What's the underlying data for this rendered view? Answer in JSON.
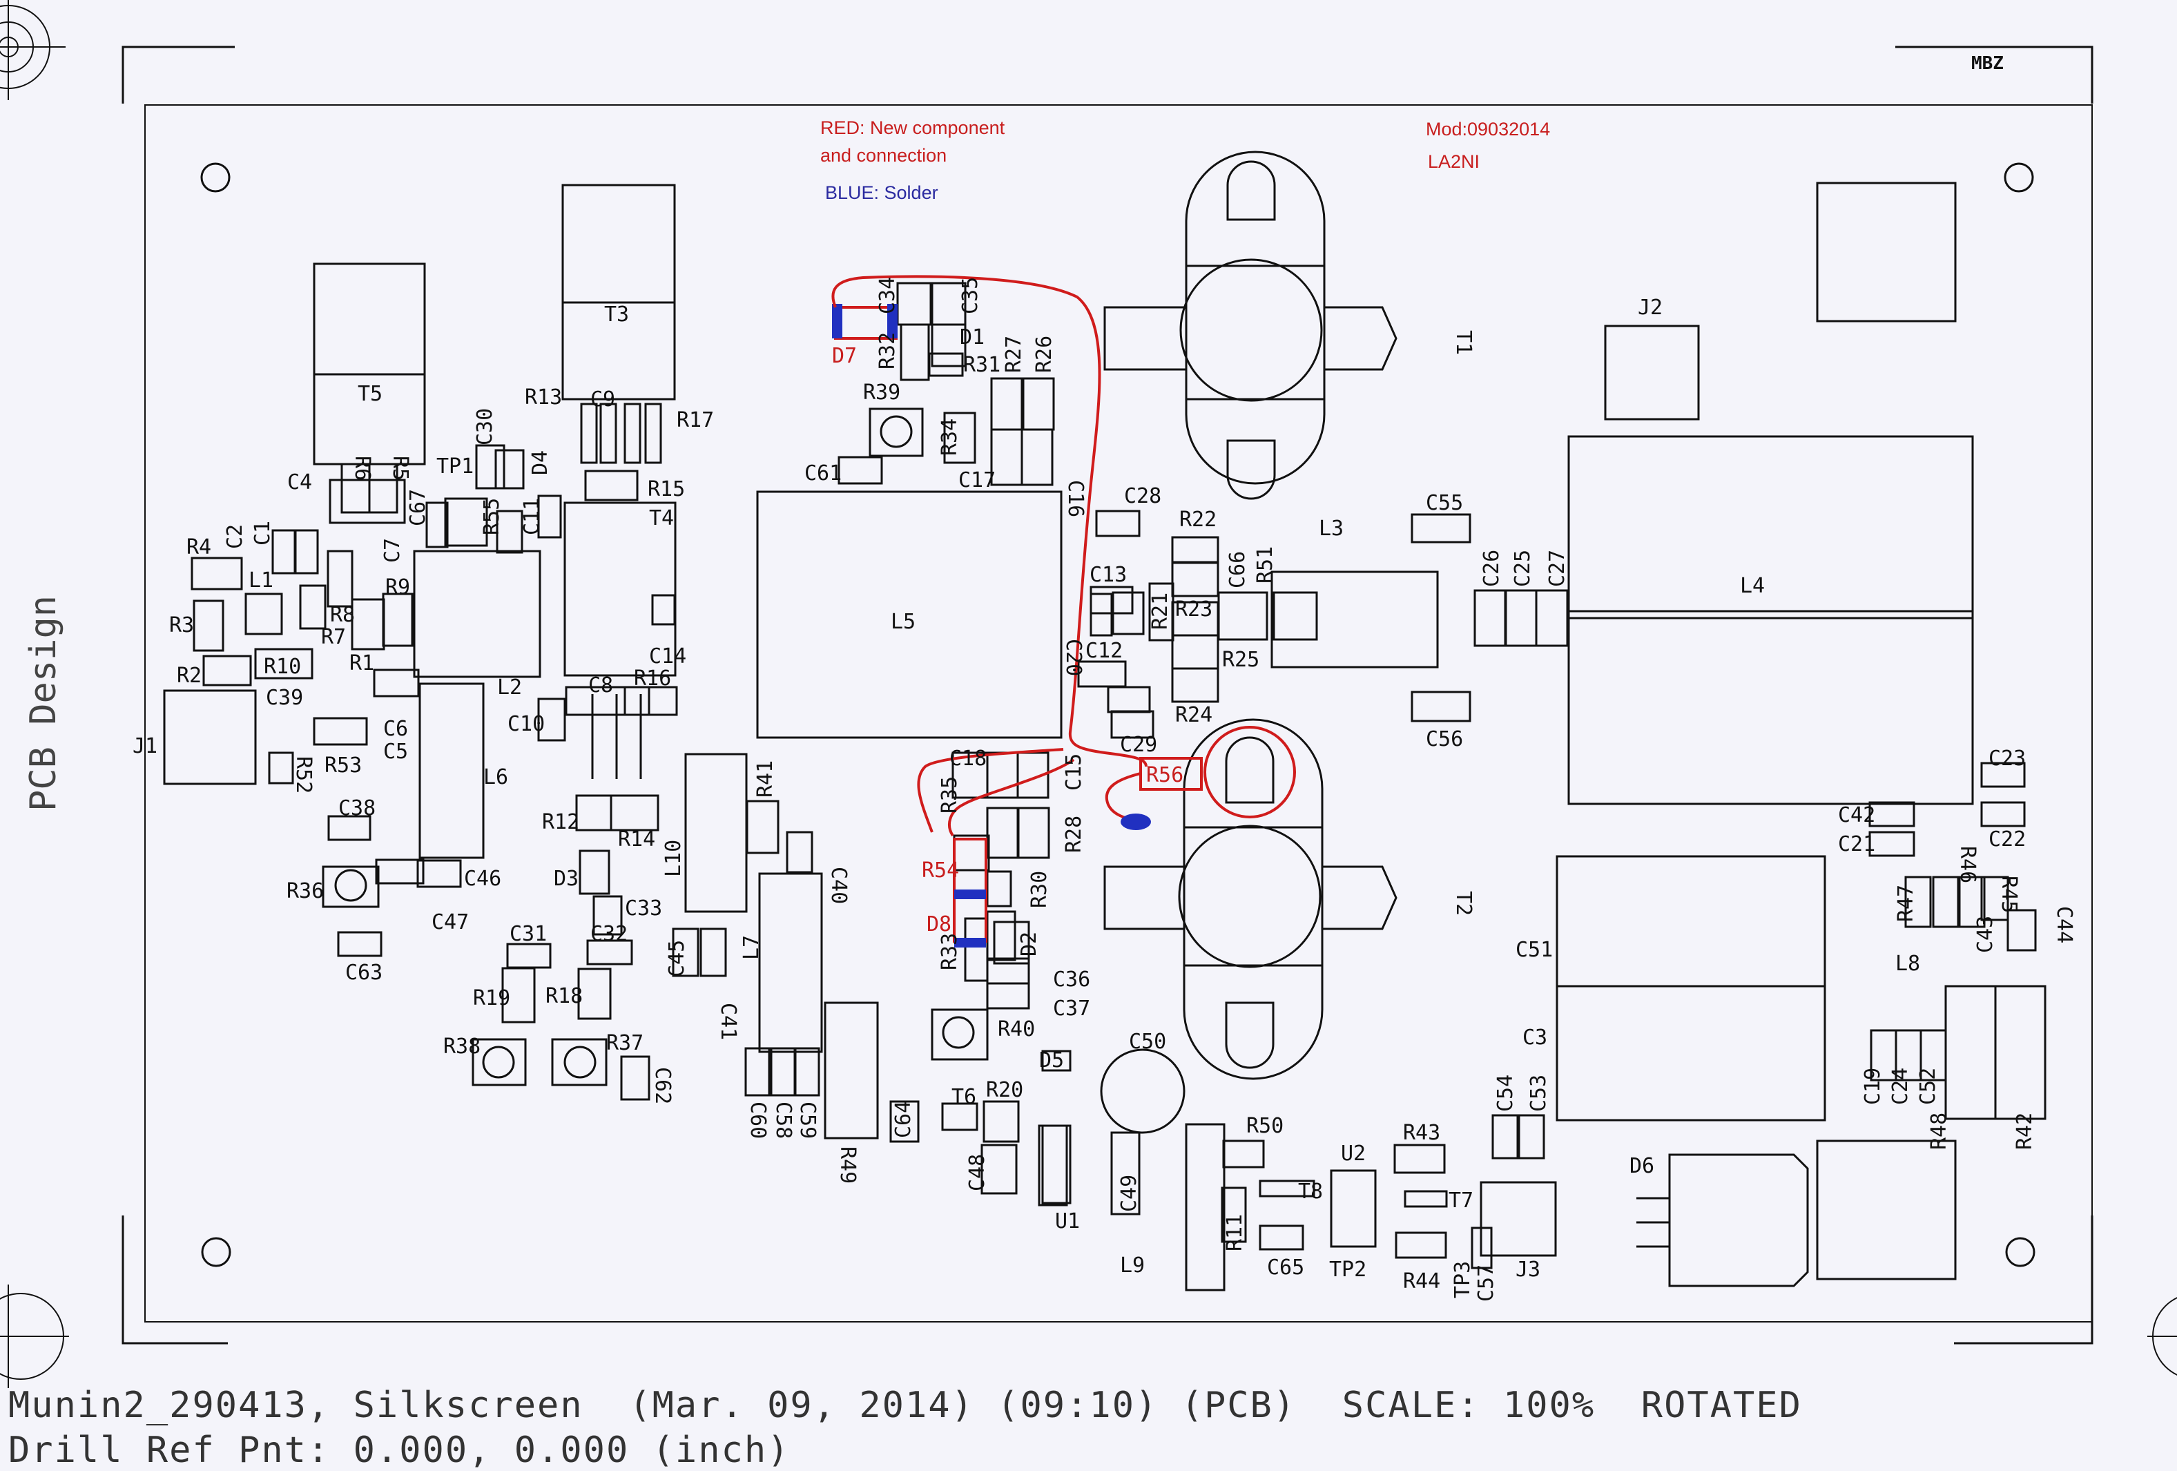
{
  "legend": {
    "red_line1": "RED: New component",
    "red_line2": "and connection",
    "blue": "BLUE: Solder",
    "mod": "Mod:09032014",
    "author": "LA2NI"
  },
  "side_text": "PCB Design",
  "footer": {
    "line1": "Munin2_290413, Silkscreen  (Mar. 09, 2014) (09:10) (PCB)  SCALE: 100%  ROTATED",
    "line2": "Drill Ref Pnt: 0.000, 0.000 (inch)"
  },
  "corner_mark": "MBZ",
  "colors": {
    "ink": "#111111",
    "red": "#d01c1c",
    "blue": "#2030c0",
    "paper": "#f4f4fa",
    "red_text": "#c81e1e",
    "blue_text": "#2a2aa0"
  },
  "labels": {
    "T5": "T5",
    "T3": "T3",
    "T4": "T4",
    "T1": "T1",
    "T2": "T2",
    "T6": "T6",
    "T7": "T7",
    "T8": "T8",
    "L1": "L1",
    "L2": "L2",
    "L3": "L3",
    "L4": "L4",
    "L5": "L5",
    "L6": "L6",
    "L7": "L7",
    "L8": "L8",
    "L9": "L9",
    "L10": "L10",
    "J1": "J1",
    "J2": "J2",
    "J3": "J3",
    "D1": "D1",
    "D2": "D2",
    "D3": "D3",
    "D4": "D4",
    "D5": "D5",
    "D6": "D6",
    "D7": "D7",
    "D8": "D8",
    "U1": "U1",
    "U2": "U2",
    "TP1": "TP1",
    "TP2": "TP2",
    "TP3": "TP3",
    "R1": "R1",
    "R2": "R2",
    "R3": "R3",
    "R4": "R4",
    "R5": "R5",
    "R6": "R6",
    "R7": "R7",
    "R8": "R8",
    "R9": "R9",
    "R10": "R10",
    "R11": "R11",
    "R12": "R12",
    "R13": "R13",
    "R14": "R14",
    "R15": "R15",
    "R16": "R16",
    "R17": "R17",
    "R18": "R18",
    "R19": "R19",
    "R20": "R20",
    "R21": "R21",
    "R22": "R22",
    "R23": "R23",
    "R24": "R24",
    "R25": "R25",
    "R26": "R26",
    "R27": "R27",
    "R28": "R28",
    "R30": "R30",
    "R31": "R31",
    "R32": "R32",
    "R33": "R33",
    "R34": "R34",
    "R35": "R35",
    "R36": "R36",
    "R37": "R37",
    "R38": "R38",
    "R39": "R39",
    "R40": "R40",
    "R41": "R41",
    "R42": "R42",
    "R43": "R43",
    "R44": "R44",
    "R45": "R45",
    "R46": "R46",
    "R47": "R47",
    "R48": "R48",
    "R49": "R49",
    "R50": "R50",
    "R51": "R51",
    "R52": "R52",
    "R53": "R53",
    "R54": "R54",
    "R55": "R55",
    "R56": "R56",
    "C1": "C1",
    "C2": "C2",
    "C3": "C3",
    "C4": "C4",
    "C5": "C5",
    "C6": "C6",
    "C7": "C7",
    "C8": "C8",
    "C9": "C9",
    "C10": "C10",
    "C11": "C11",
    "C12": "C12",
    "C13": "C13",
    "C14": "C14",
    "C15": "C15",
    "C16": "C16",
    "C17": "C17",
    "C18": "C18",
    "C19": "C19",
    "C20": "C20",
    "C21": "C21",
    "C22": "C22",
    "C23": "C23",
    "C24": "C24",
    "C25": "C25",
    "C26": "C26",
    "C27": "C27",
    "C28": "C28",
    "C29": "C29",
    "C30": "C30",
    "C31": "C31",
    "C32": "C32",
    "C33": "C33",
    "C34": "C34",
    "C35": "C35",
    "C36": "C36",
    "C37": "C37",
    "C38": "C38",
    "C39": "C39",
    "C40": "C40",
    "C41": "C41",
    "C42": "C42",
    "C43": "C43",
    "C44": "C44",
    "C45": "C45",
    "C46": "C46",
    "C47": "C47",
    "C48": "C48",
    "C49": "C49",
    "C50": "C50",
    "C51": "C51",
    "C52": "C52",
    "C53": "C53",
    "C54": "C54",
    "C55": "C55",
    "C56": "C56",
    "C57": "C57",
    "C58": "C58",
    "C59": "C59",
    "C60": "C60",
    "C61": "C61",
    "C62": "C62",
    "C63": "C63",
    "C64": "C64",
    "C65": "C65",
    "C66": "C66",
    "C67": "C67"
  }
}
